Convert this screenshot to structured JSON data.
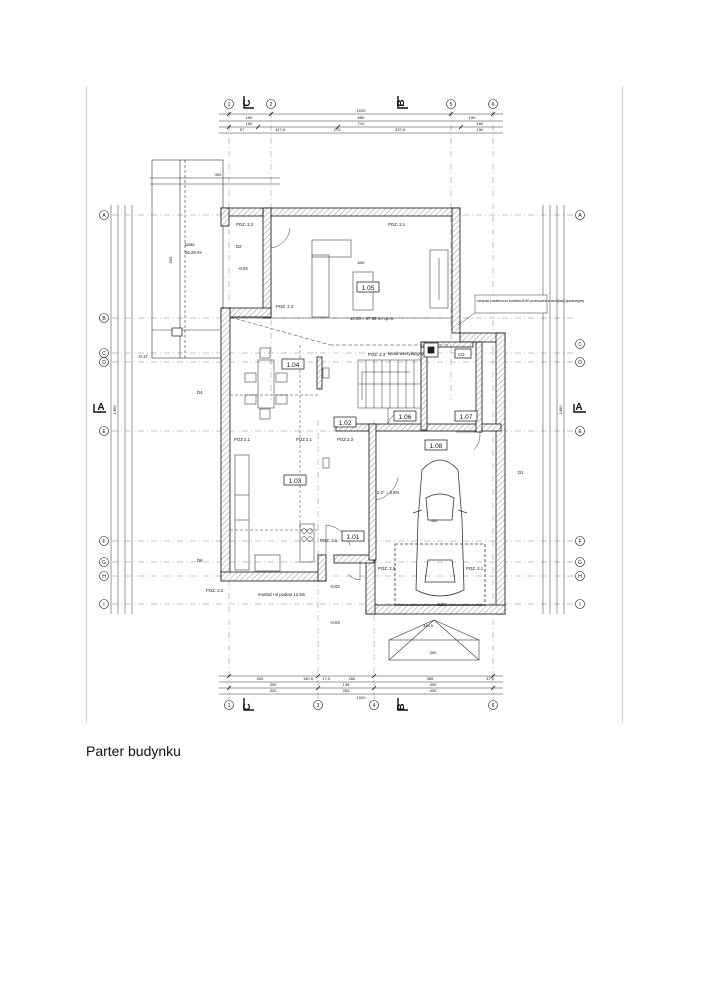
{
  "caption": "Parter budynku",
  "axes": {
    "top": [
      "1",
      "2",
      "5",
      "6"
    ],
    "bottom": [
      "1",
      "3",
      "4",
      "6"
    ],
    "left": [
      "A",
      "B",
      "C",
      "D",
      "E",
      "F",
      "G",
      "H",
      "I"
    ],
    "right": [
      "A",
      "C",
      "D",
      "E",
      "F",
      "G",
      "H",
      "I"
    ]
  },
  "section_marks": {
    "c": "C",
    "b": "B",
    "a": "A"
  },
  "rooms": [
    {
      "id": "1.01"
    },
    {
      "id": "1.02"
    },
    {
      "id": "1.03"
    },
    {
      "id": "1.04"
    },
    {
      "id": "1.05"
    },
    {
      "id": "1.06"
    },
    {
      "id": "1.07"
    },
    {
      "id": "1.08"
    }
  ],
  "labels": {
    "taras_name": "taras",
    "taras_area": "26.29 m²",
    "poz_22": "POZ. 2.2",
    "poz_21": "POZ. 2.1",
    "poz_23": "POZ. 2.3",
    "poz_21_mid": "POZ 2.1",
    "poz_21_bot": "POZ 2.1",
    "poz_23_mid": "POZ 2.3",
    "poz_21_door": "POZ. 2.1",
    "poz_21_garage": "POZ. 2.1",
    "poz_22_bottom": "POZ. 2.2",
    "poz_22_garage": "POZ. 2.2",
    "poz_23_stair": "POZ. 2.3",
    "level_main": "±0.00 = 97.58 m n.p.m.",
    "level_minus": "-0.02",
    "level_terrace": "-0.17",
    "level_garage": "-0.02",
    "level_out": "-0.04",
    "level_out2": "-0.30",
    "slope": "2.2° = 3.5%",
    "co": "CO",
    "d1": "D1",
    "d2": "D2",
    "d4": "D4",
    "d6": "D6",
    "note_vent": "kanał wentylacyjny",
    "note_callout": "czerpnia powietrza do kominka Ø150 przewodem w wentylacji grawitacyjnej",
    "note_bottom": "montaż rol podest 12,5m"
  },
  "dims": {
    "top_total": "1020",
    "top_r1": [
      "150",
      "680",
      "190"
    ],
    "top_r2": [
      "150",
      "710",
      "160"
    ],
    "top_r3": [
      "97",
      "147,5",
      "270",
      "337,5",
      "150"
    ],
    "bot_r1": [
      "200",
      "140,5",
      "17,5",
      "260",
      "385",
      "37,5"
    ],
    "bot_r2": [
      "330",
      "135",
      "430"
    ],
    "bot_r3": [
      "320",
      "200",
      "430"
    ],
    "bot_total": "1020",
    "left_total": "1460",
    "right_total": "1460",
    "terrace_w": "490",
    "terrace_h": "550",
    "room_w": "605",
    "garage_w": "400",
    "garage_door": "343,5",
    "entrance_w": "300"
  }
}
